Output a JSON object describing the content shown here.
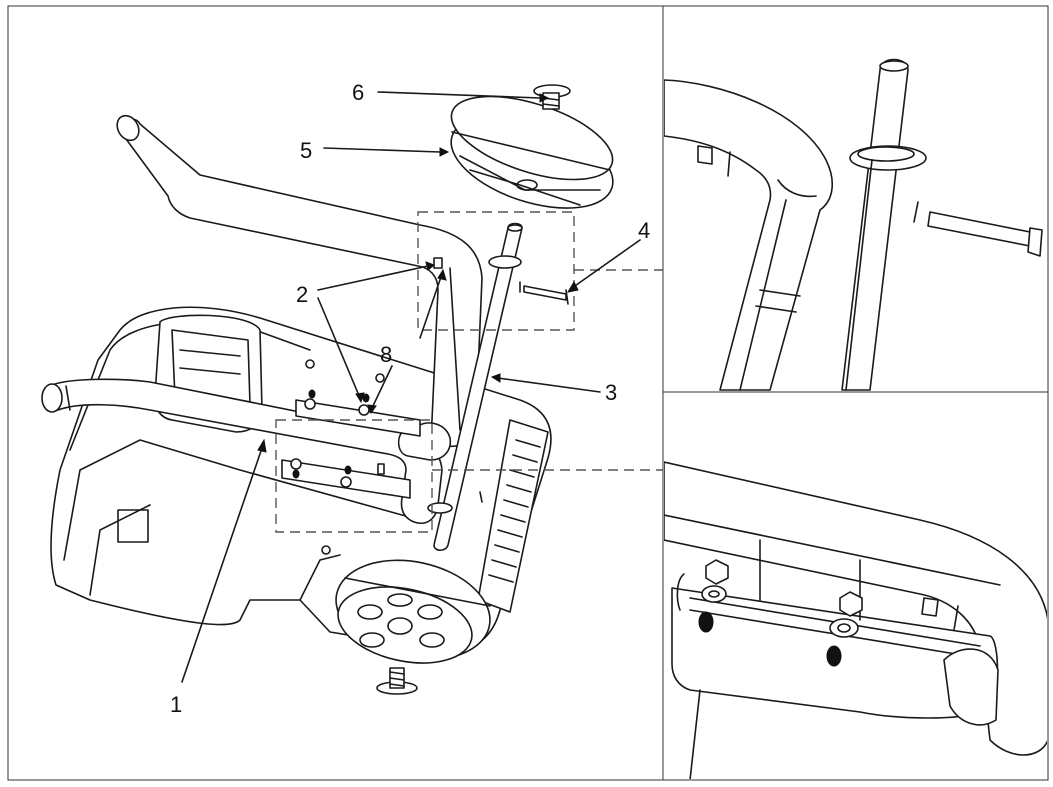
{
  "diagram": {
    "callouts": [
      {
        "id": "callout-1",
        "label": "1"
      },
      {
        "id": "callout-2",
        "label": "2"
      },
      {
        "id": "callout-3",
        "label": "3"
      },
      {
        "id": "callout-4",
        "label": "4"
      },
      {
        "id": "callout-5",
        "label": "5"
      },
      {
        "id": "callout-6",
        "label": "6"
      },
      {
        "id": "callout-8",
        "label": "8"
      }
    ],
    "panels": [
      "main-assembly-view",
      "detail-view-upper-right",
      "detail-view-lower-right"
    ],
    "colors": {
      "line": "#1a1a1a",
      "background": "#ffffff",
      "frame": "#333333"
    }
  }
}
